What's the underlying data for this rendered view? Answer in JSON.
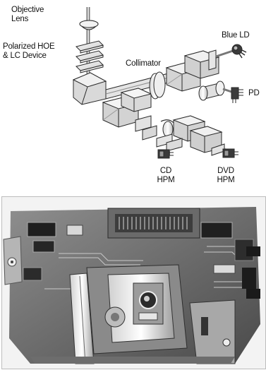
{
  "diagram": {
    "labels": {
      "objective_lens": "Objective\nLens",
      "hoe_device": "Polarized HOE\n& LC Device",
      "collimator": "Collimator",
      "blue_ld": "Blue LD",
      "pd": "PD",
      "cd_hpm": "CD\nHPM",
      "dvd_hpm": "DVD\nHPM"
    },
    "colors": {
      "line": "#2a2a2a",
      "component_fill": "#e9e9e9",
      "beam": "#7a7a7a"
    }
  },
  "photo": {
    "subject": "optical-pickup-module-photo"
  }
}
